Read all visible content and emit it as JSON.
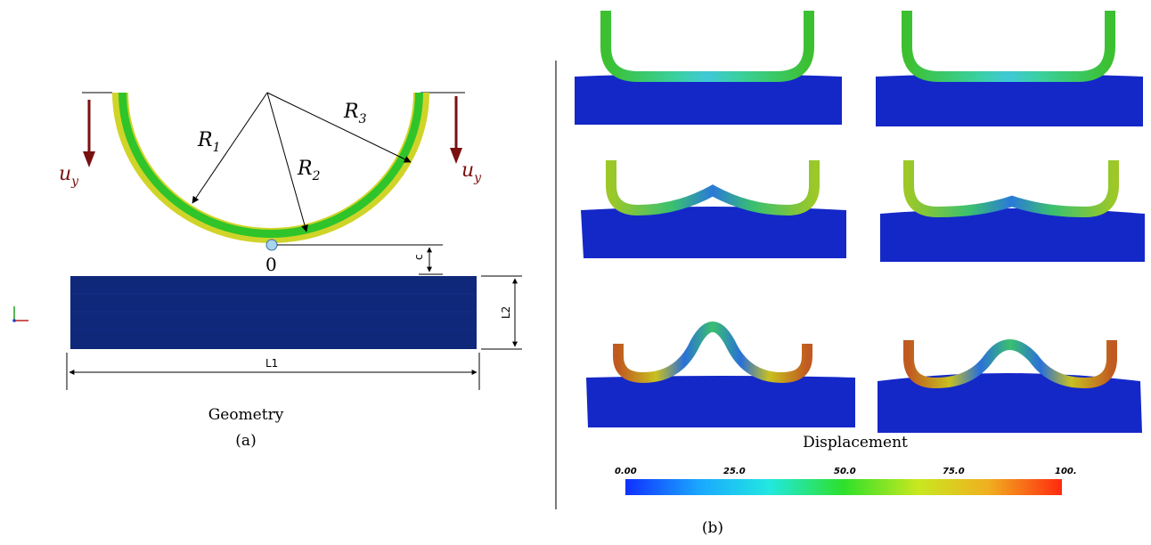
{
  "panel_a": {
    "caption": "Geometry",
    "label": "(a)",
    "radius_labels": {
      "r1": "R",
      "r1_sub": "1",
      "r2": "R",
      "r2_sub": "2",
      "r3": "R",
      "r3_sub": "3"
    },
    "load_label": "u",
    "load_sub": "y",
    "origin_label": "0",
    "gap_label": "c",
    "height_label": "L2",
    "width_label": "L1",
    "colors": {
      "shell_outer": "#2fc42a",
      "shell_inner": "#c9cf26",
      "block": "#10287a",
      "load_arrow": "#7a1010",
      "node": "#a8d4f0"
    }
  },
  "panel_b": {
    "label": "(b)",
    "colorbar_title": "Displacement",
    "colorbar_ticks": [
      "0.00",
      "25.0",
      "50.0",
      "75.0",
      "100."
    ],
    "colormap": [
      "#1030ff",
      "#1aa8ff",
      "#22e8e0",
      "#2ee02a",
      "#c8e820",
      "#f0b020",
      "#ff2a10"
    ],
    "block_color": "#1428c8"
  }
}
